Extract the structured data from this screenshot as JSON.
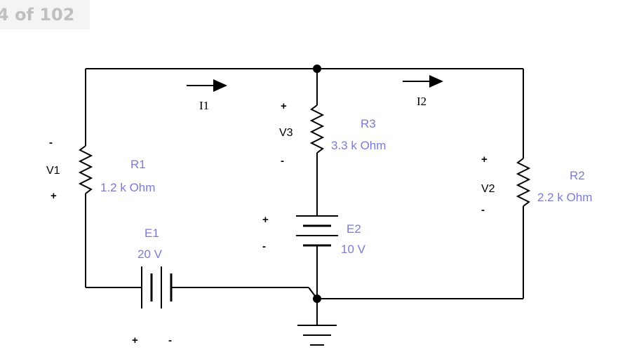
{
  "header": {
    "page_counter": "4 of 102"
  },
  "circuit": {
    "components": {
      "r1": {
        "name": "R1",
        "value": "1.2 k Ohm"
      },
      "r2": {
        "name": "R2",
        "value": "2.2 k Ohm"
      },
      "r3": {
        "name": "R3",
        "value": "3.3 k Ohm"
      },
      "e1": {
        "name": "E1",
        "value": "20 V"
      },
      "e2": {
        "name": "E2",
        "value": "10 V"
      }
    },
    "voltages": {
      "v1": "V1",
      "v2": "V2",
      "v3": "V3"
    },
    "currents": {
      "i1": "I1",
      "i2": "I2"
    },
    "signs": {
      "plus": "+",
      "minus": "-"
    },
    "colors": {
      "label": "#7b7bd6",
      "wire": "#000000"
    }
  }
}
